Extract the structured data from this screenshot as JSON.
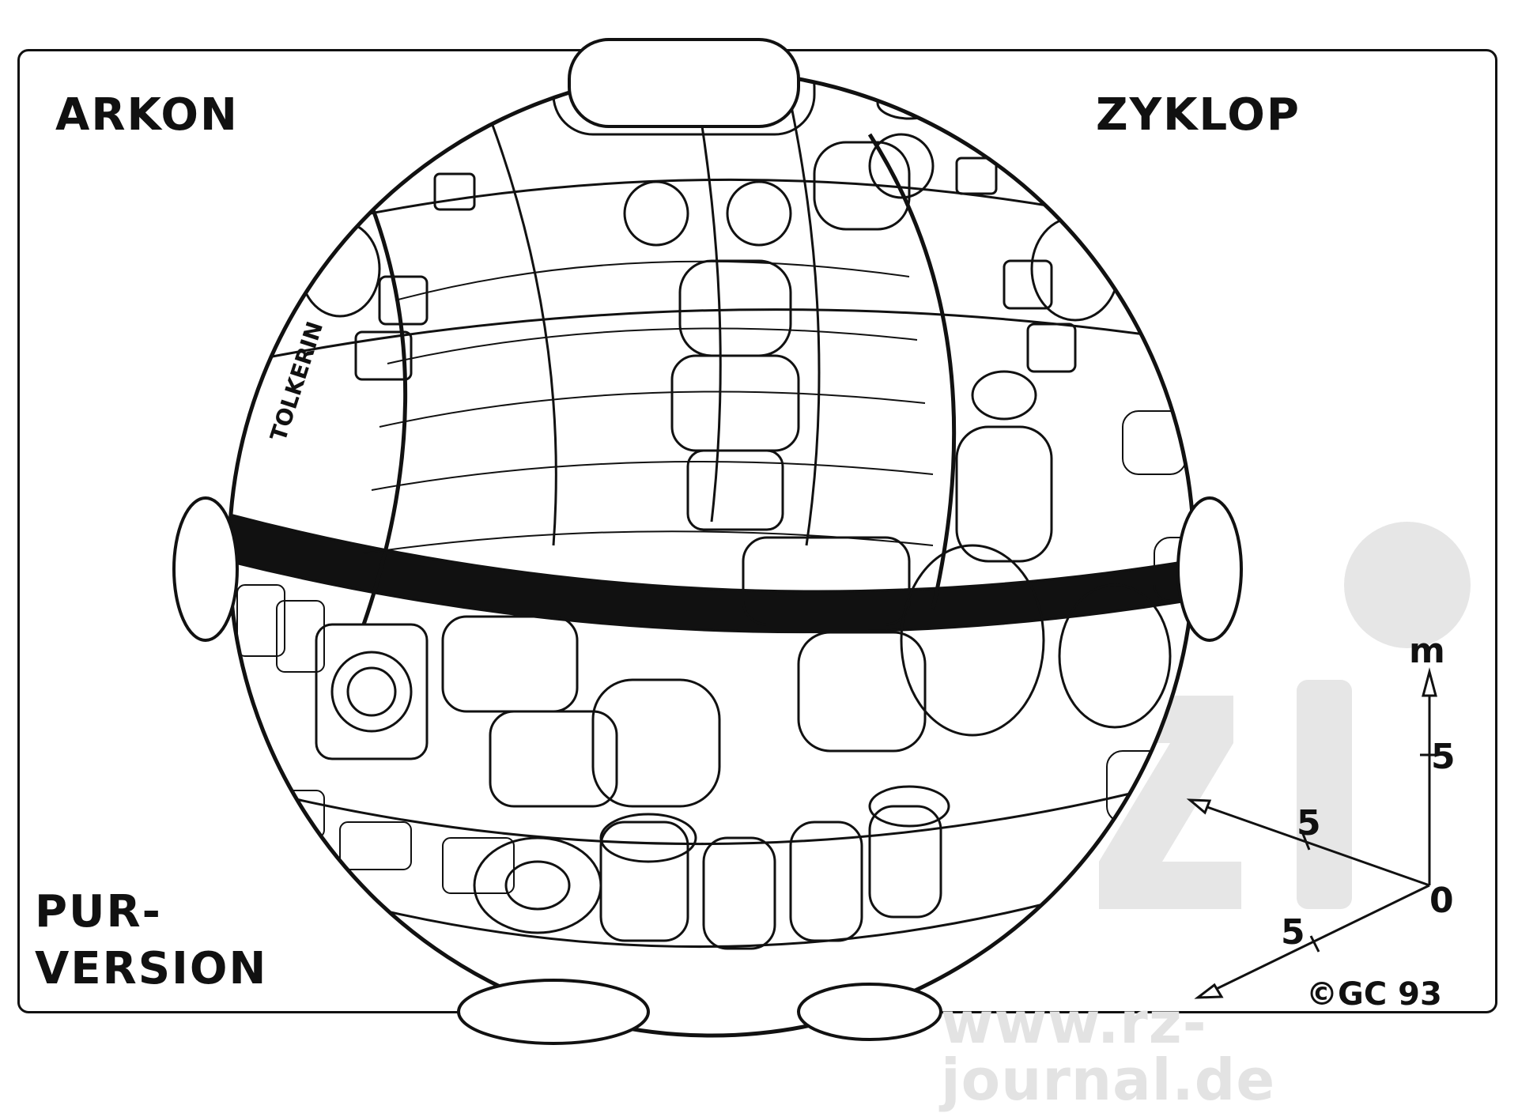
{
  "headings": {
    "top_left": "ARKON",
    "top_right": "ZYKLOP",
    "bottom_left_line1": "PUR-",
    "bottom_left_line2": "VERSION"
  },
  "scale_axes": {
    "vertical_unit": "m",
    "vertical_tick": "5",
    "depth_tick": "5",
    "width_tick": "5",
    "origin": "0"
  },
  "credit": "©GC 93",
  "watermark": {
    "logo": "rz-logo",
    "url": "www.rz-journal.de"
  },
  "hull_lettering": "TOLKERIN",
  "colors": {
    "ink": "#111111",
    "paper": "#ffffff",
    "watermark": "#e3e3e3"
  },
  "illustration": {
    "subject": "cutaway-sphere-ship",
    "style": "black-and-white-line-art"
  }
}
